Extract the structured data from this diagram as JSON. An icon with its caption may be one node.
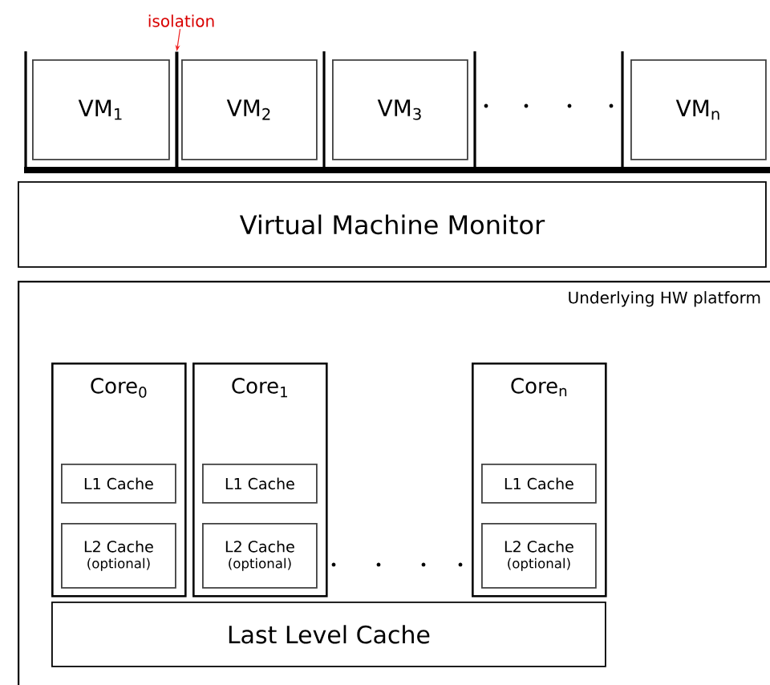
{
  "diagram": {
    "nodes": [
      {
        "text": [
          "VM$_{1}$"
        ]
      },
      {
        "text": [
          "VM$_{2}$"
        ]
      },
      {
        "text": [
          "VM$_{3}$"
        ]
      },
      {
        "text": [
          "VM$_{n}$"
        ]
      },
      {
        "text": [
          "isolation"
        ]
      },
      {
        "text": [
          "Virtual Machine Monitor"
        ]
      },
      {
        "text": [
          "Underlying HW platform"
        ]
      },
      {
        "text": [
          "Core$_{0}$"
        ],
        "in": 6
      },
      {
        "text": [
          "L1 Cache"
        ],
        "in": 7
      },
      {
        "text": [
          "L2 Cache",
          "(optional)"
        ],
        "in": 7
      },
      {
        "text": [
          "Core$_{1}$"
        ],
        "in": 6
      },
      {
        "text": [
          "L1 Cache"
        ],
        "in": 10
      },
      {
        "text": [
          "L2 Cache",
          "(optional)"
        ],
        "in": 10
      },
      {
        "text": [
          "Core$_{n}$"
        ],
        "in": 6
      },
      {
        "text": [
          "L1 Cache"
        ],
        "in": 13
      },
      {
        "text": [
          "L2 Cache",
          "(optional)"
        ],
        "in": 13
      },
      {
        "text": [
          "Last Level Cache"
        ],
        "in": 6
      },
      {
        "text": [],
        "shape": "bar"
      }
    ],
    "edges": [
      {
        "from": 4,
        "to": 17,
        "arrow": "to",
        "color": "#ee2222"
      }
    ]
  }
}
